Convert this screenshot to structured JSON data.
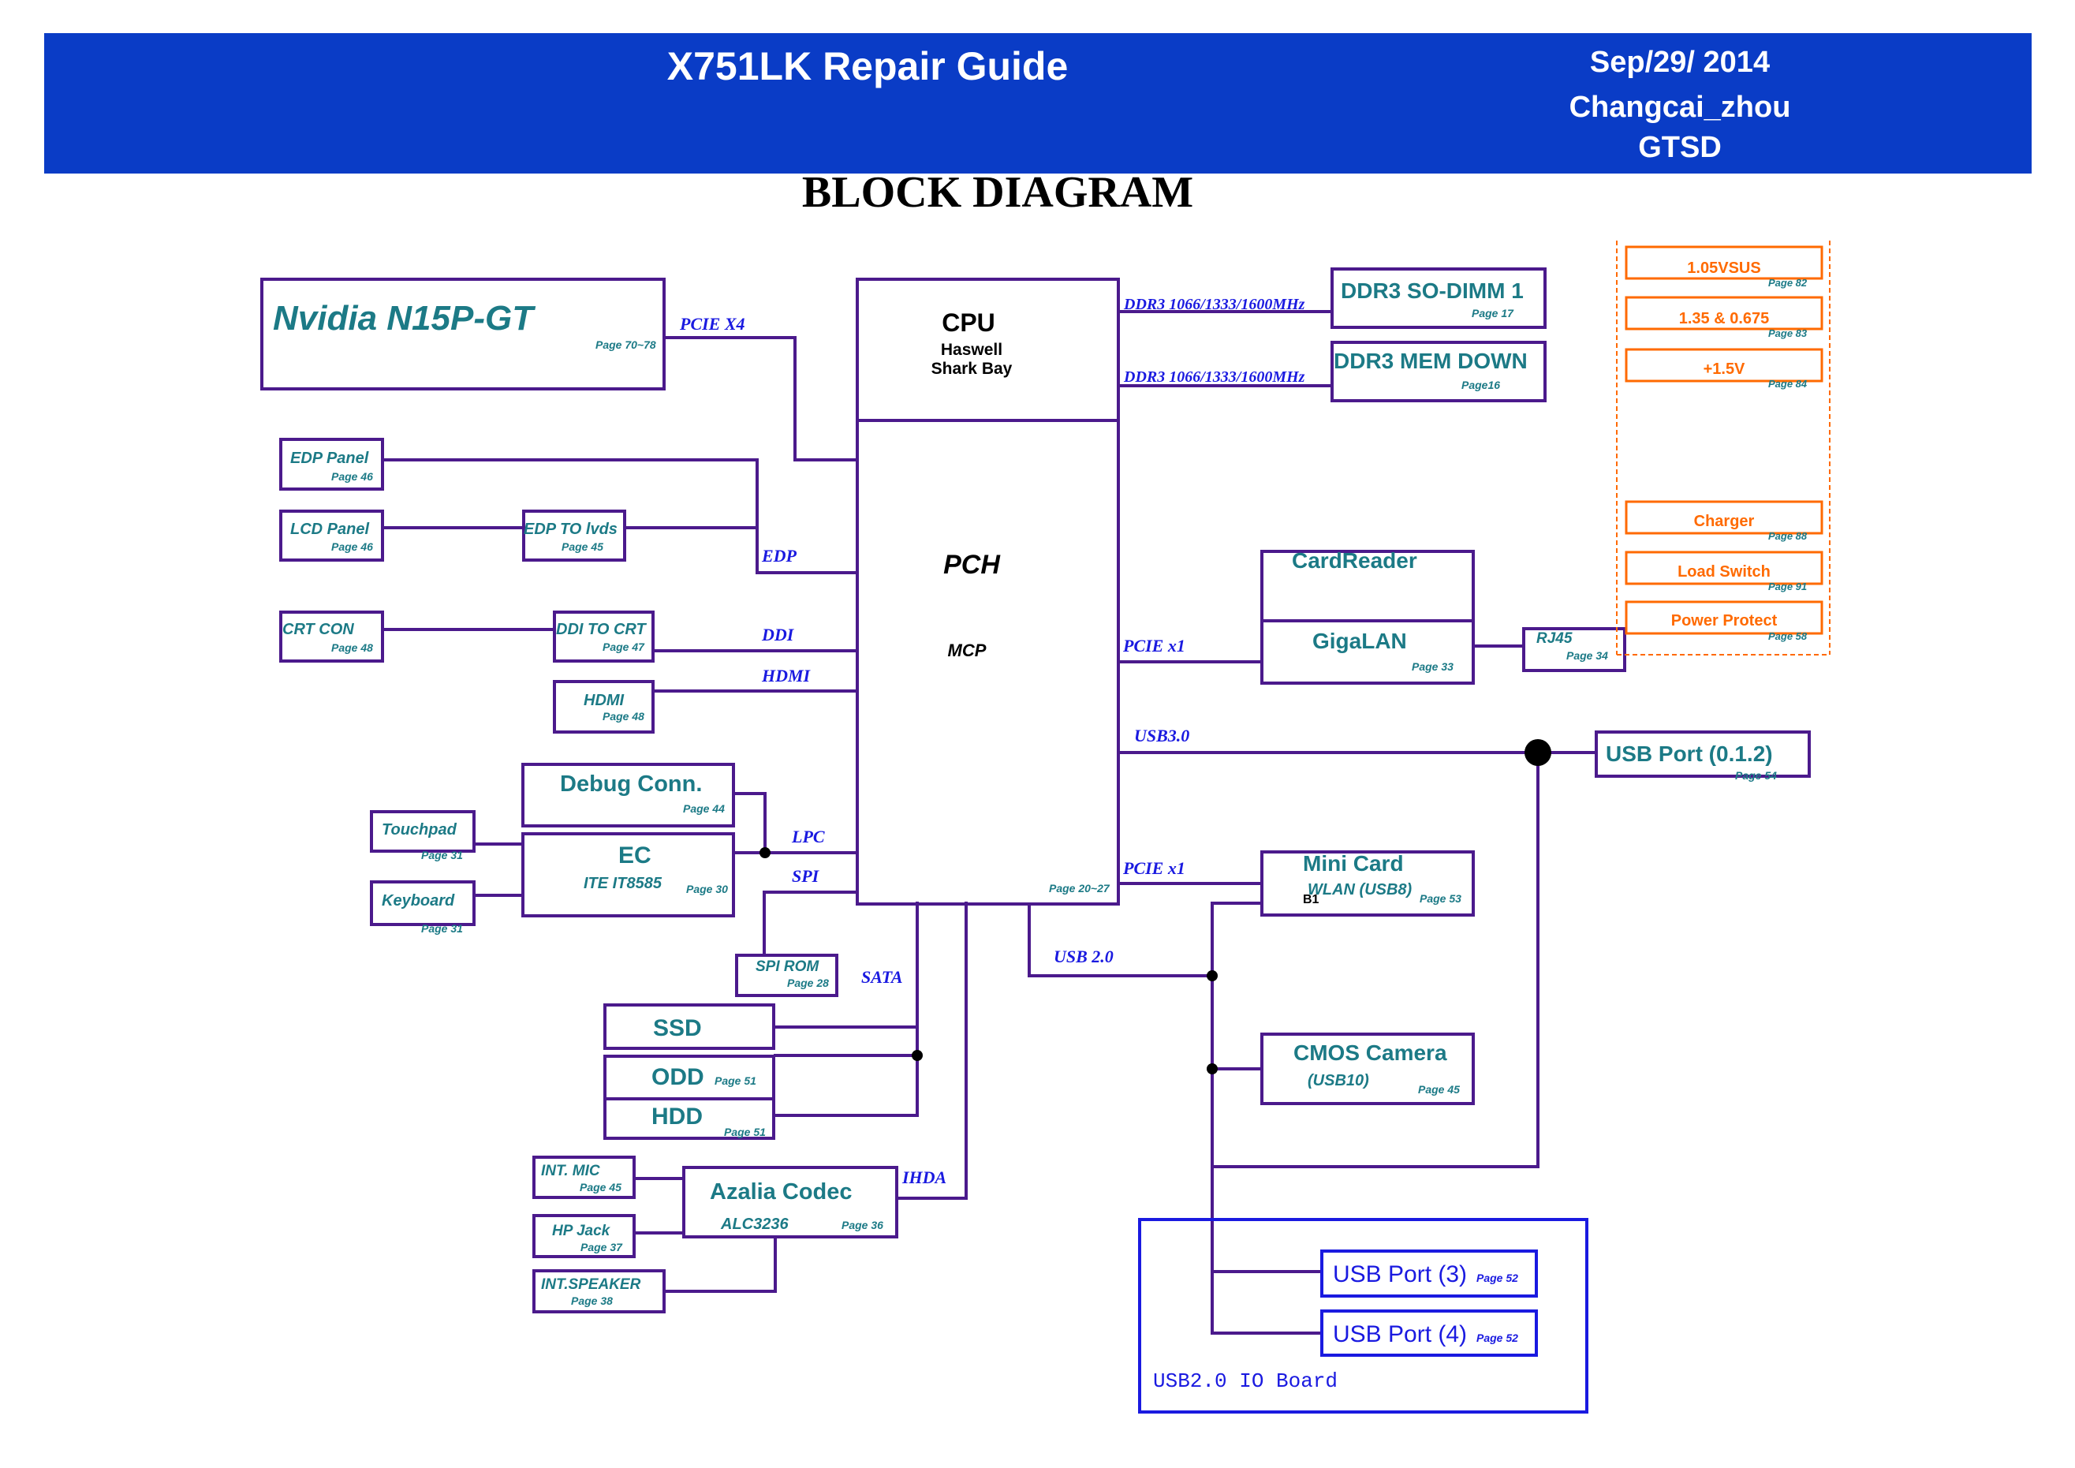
{
  "header": {
    "title": "X751LK Repair Guide",
    "date": "Sep/29/ 2014",
    "author": "Changcai_zhou",
    "dept": "GTSD"
  },
  "page_heading": "BLOCK DIAGRAM",
  "colors": {
    "header_bg": "#0a3cc6",
    "line": "#4b1a8c",
    "bus_label": "#1a1ae0",
    "block_text": "#1c7a86",
    "power": "#ff6a00",
    "usb_board": "#1a1ae0"
  },
  "blocks": {
    "gpu": {
      "label": "Nvidia N15P-GT",
      "page": "Page 70~78"
    },
    "cpu": {
      "label": "CPU",
      "sub1": "Haswell",
      "sub2": "Shark Bay"
    },
    "pch": {
      "label": "PCH",
      "sub": "MCP",
      "page": "Page 20~27"
    },
    "ddr_sodimm": {
      "label": "DDR3 SO-DIMM 1",
      "page": "Page 17"
    },
    "ddr_memdown": {
      "label": "DDR3 MEM DOWN",
      "page": "Page16"
    },
    "edp_panel": {
      "label": "EDP Panel",
      "page": "Page 46"
    },
    "lcd_panel": {
      "label": "LCD Panel",
      "page": "Page 46"
    },
    "edp_to_lvds": {
      "label": "EDP TO lvds",
      "page": "Page 45"
    },
    "crt_con": {
      "label": "CRT CON",
      "page": "Page 48"
    },
    "ddi_to_crt": {
      "label": "DDI TO CRT",
      "page": "Page 47"
    },
    "hdmi": {
      "label": "HDMI",
      "page": "Page 48"
    },
    "debug_conn": {
      "label": "Debug Conn.",
      "page": "Page 44"
    },
    "touchpad": {
      "label": "Touchpad",
      "page": "Page 31"
    },
    "keyboard": {
      "label": "Keyboard",
      "page": "Page 31"
    },
    "ec": {
      "label": "EC",
      "sub": "ITE IT8585",
      "page": "Page 30"
    },
    "spi_rom": {
      "label": "SPI ROM",
      "page": "Page 28"
    },
    "ssd": {
      "label": "SSD"
    },
    "odd": {
      "label": "ODD",
      "page": "Page 51"
    },
    "hdd": {
      "label": "HDD",
      "page": "Page 51"
    },
    "int_mic": {
      "label": "INT. MIC",
      "page": "Page 45"
    },
    "hp_jack": {
      "label": "HP Jack",
      "page": "Page 37"
    },
    "int_speaker": {
      "label": "INT.SPEAKER",
      "page": "Page 38"
    },
    "azalia": {
      "label": "Azalia Codec",
      "sub": "ALC3236",
      "page": "Page 36"
    },
    "cardreader": {
      "label": "CardReader"
    },
    "gigalan": {
      "label": "GigaLAN",
      "page": "Page 33"
    },
    "rj45": {
      "label": "RJ45",
      "page": "Page 34"
    },
    "usb_port_012": {
      "label": "USB Port (0.1.2)",
      "page": "Page 54"
    },
    "mini_card": {
      "label": "Mini Card",
      "sub": "WLAN (USB8)",
      "page": "Page 53",
      "mark": "B1"
    },
    "cmos_camera": {
      "label": "CMOS Camera",
      "sub": "(USB10)",
      "page": "Page 45"
    },
    "usb_port_3": {
      "label": "USB Port (3)",
      "page": "Page 52"
    },
    "usb_port_4": {
      "label": "USB Port (4)",
      "page": "Page 52"
    },
    "usb_board": {
      "label": "USB2.0 IO Board"
    }
  },
  "buses": {
    "pcie_x4": "PCIE X4",
    "ddr3_a": "DDR3 1066/1333/1600MHz",
    "ddr3_b": "DDR3 1066/1333/1600MHz",
    "edp": "EDP",
    "ddi": "DDI",
    "hdmi": "HDMI",
    "lpc": "LPC",
    "spi": "SPI",
    "sata": "SATA",
    "ihda": "IHDA",
    "pcie_x1_a": "PCIE x1",
    "pcie_x1_b": "PCIE x1",
    "usb3": "USB3.0",
    "usb2": "USB 2.0"
  },
  "power": [
    {
      "label": "1.05VSUS",
      "page": "Page 82"
    },
    {
      "label": "1.35 & 0.675",
      "page": "Page 83"
    },
    {
      "label": "+1.5V",
      "page": "Page 84"
    },
    {
      "label": "Charger",
      "page": "Page 88"
    },
    {
      "label": "Load Switch",
      "page": "Page 91"
    },
    {
      "label": "Power Protect",
      "page": "Page 58"
    }
  ]
}
